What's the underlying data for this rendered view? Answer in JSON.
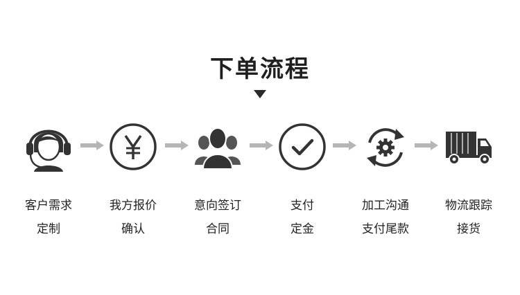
{
  "title": "下单流程",
  "steps": [
    {
      "icon": "customer-service-icon",
      "line1": "客户需求",
      "line2": "定制"
    },
    {
      "icon": "yen-icon",
      "line1": "我方报价",
      "line2": "确认"
    },
    {
      "icon": "group-people-icon",
      "line1": "意向签订",
      "line2": "合同"
    },
    {
      "icon": "check-circle-icon",
      "line1": "支付",
      "line2": "定金"
    },
    {
      "icon": "gear-cycle-icon",
      "line1": "加工沟通",
      "line2": "支付尾款"
    },
    {
      "icon": "truck-icon",
      "line1": "物流跟踪",
      "line2": "接货"
    }
  ],
  "colors": {
    "icon": "#333333",
    "arrow": "#b5b5b5",
    "text": "#222222"
  }
}
